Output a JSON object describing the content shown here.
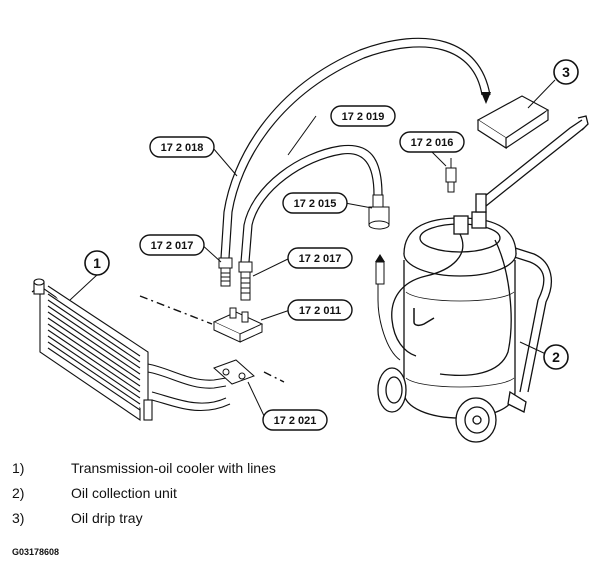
{
  "callouts": {
    "cooler": "1",
    "collection_unit": "2",
    "drip_tray": "3"
  },
  "tools": {
    "t018": "17 2 018",
    "t019": "17 2 019",
    "t016": "17 2 016",
    "t015": "17 2 015",
    "t017_left": "17 2 017",
    "t017_right": "17 2 017",
    "t011": "17 2 011",
    "t021": "17 2 021"
  },
  "legend": [
    {
      "num": "1)",
      "text": "Transmission-oil cooler with lines"
    },
    {
      "num": "2)",
      "text": "Oil collection unit"
    },
    {
      "num": "3)",
      "text": "Oil drip tray"
    }
  ],
  "figure_code": "G03178608"
}
